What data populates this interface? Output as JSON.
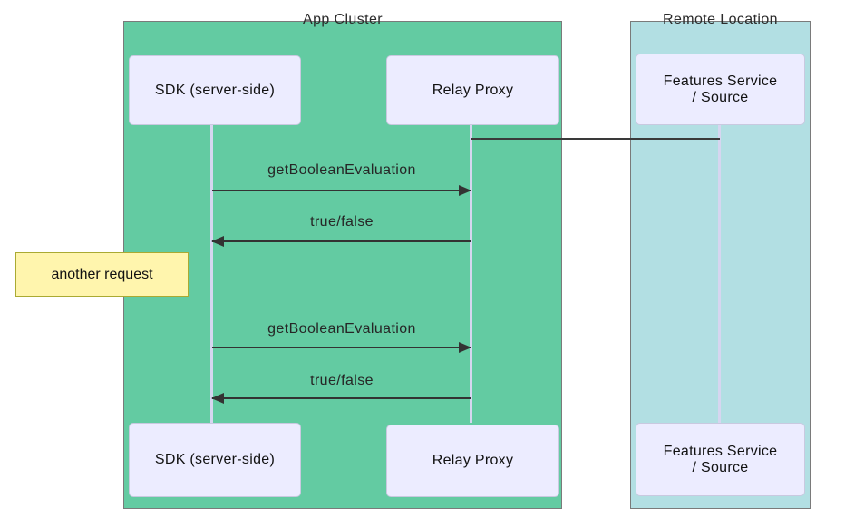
{
  "diagram": {
    "type": "sequence-diagram",
    "groups": [
      {
        "id": "app-cluster",
        "label": "App Cluster",
        "bg_color": "#63cba2"
      },
      {
        "id": "remote-location",
        "label": "Remote Location",
        "bg_color": "#b2dfe3"
      }
    ],
    "participants": [
      {
        "id": "sdk",
        "label": "SDK (server-side)",
        "group": "App Cluster"
      },
      {
        "id": "relay-proxy",
        "label": "Relay Proxy",
        "group": "App Cluster"
      },
      {
        "id": "features-service",
        "label_line1": "Features Service",
        "label_line2": "/ Source",
        "group": "Remote Location"
      }
    ],
    "messages": [
      {
        "from": "SDK (server-side)",
        "to": "Relay Proxy",
        "label": "getBooleanEvaluation",
        "direction": "right",
        "arrow": "solid"
      },
      {
        "from": "Relay Proxy",
        "to": "SDK (server-side)",
        "label": "true/false",
        "direction": "left",
        "arrow": "solid"
      },
      {
        "from": "SDK (server-side)",
        "to": "Relay Proxy",
        "label": "getBooleanEvaluation",
        "direction": "right",
        "arrow": "solid"
      },
      {
        "from": "Relay Proxy",
        "to": "SDK (server-side)",
        "label": "true/false",
        "direction": "left",
        "arrow": "solid"
      }
    ],
    "link": {
      "from": "Relay Proxy",
      "to": "Features Service / Source",
      "style": "plain-line-no-arrow"
    },
    "note": {
      "label": "another request",
      "position": "left of SDK (server-side)"
    },
    "colors": {
      "app_cluster_bg": "#63cba2",
      "remote_location_bg": "#b2dfe3",
      "participant_bg": "#ececff",
      "participant_border": "#c9c9e0",
      "note_bg": "#fff5ad",
      "note_border": "#aaaa33",
      "lifeline": "#d6d6f0",
      "arrow": "#333333",
      "frame_border": "#7a7a7a",
      "canvas_bg": "#ffffff"
    }
  }
}
